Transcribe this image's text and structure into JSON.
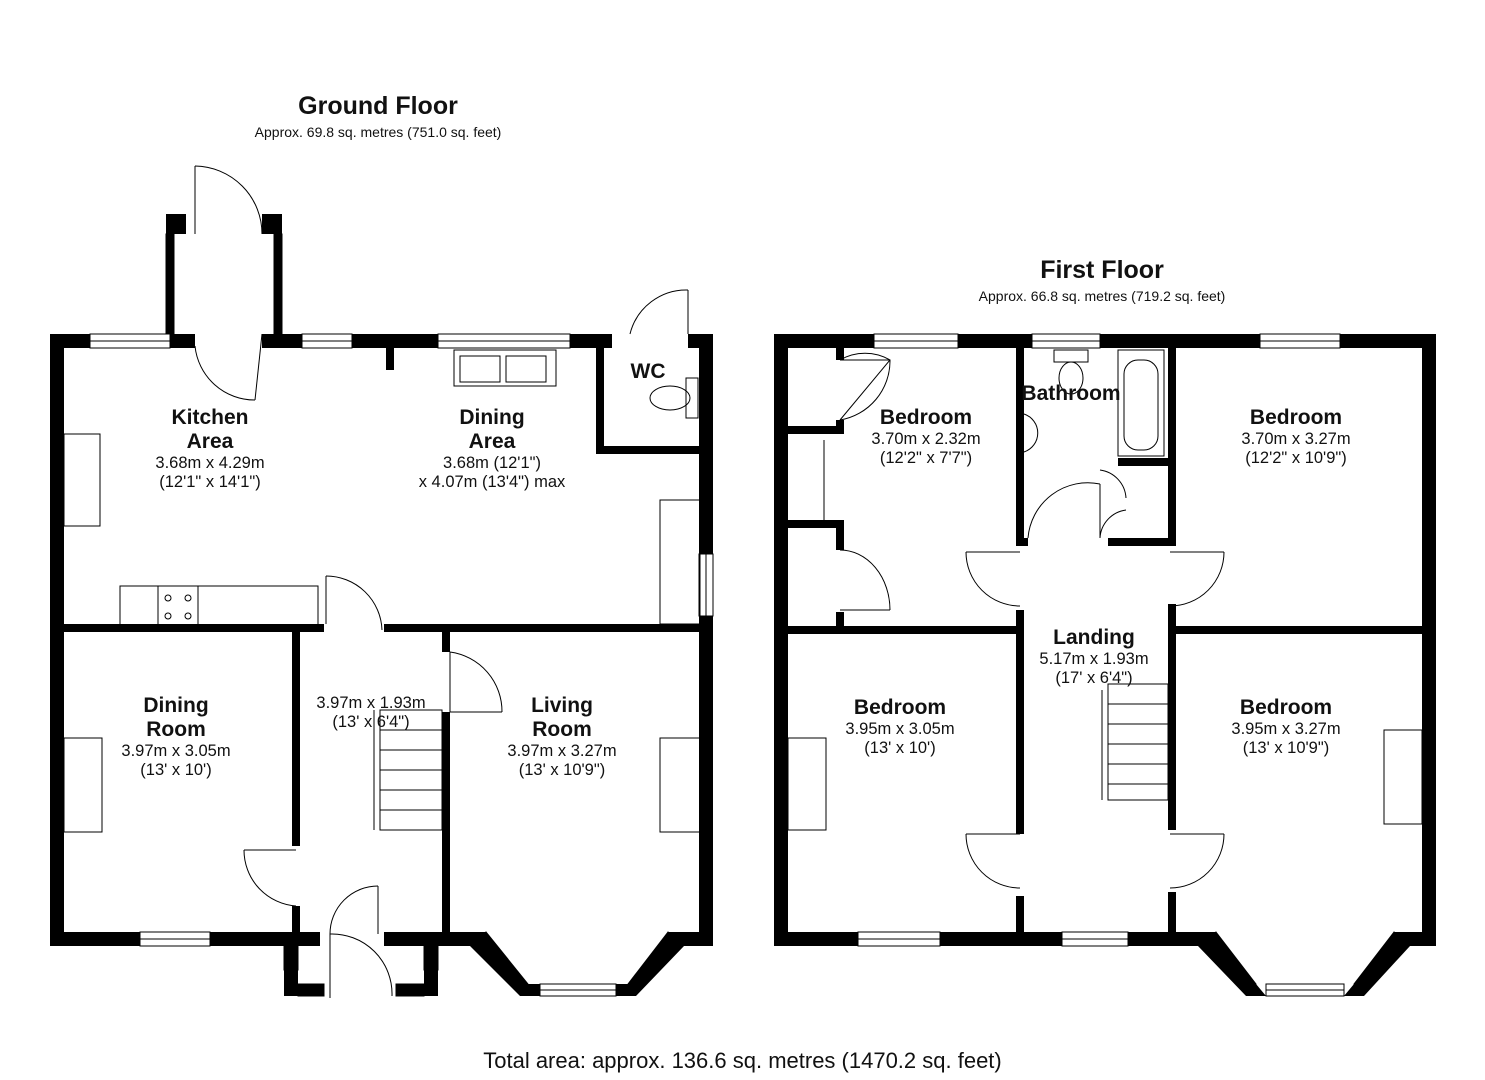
{
  "ground": {
    "title": "Ground Floor",
    "area": "Approx. 69.8 sq. metres (751.0 sq. feet)",
    "rooms": {
      "kitchen": {
        "name1": "Kitchen",
        "name2": "Area",
        "dim1": "3.68m x 4.29m",
        "dim2": "(12'1\" x 14'1\")"
      },
      "dining_area": {
        "name1": "Dining",
        "name2": "Area",
        "dim1": "3.68m (12'1\")",
        "dim2": "x 4.07m (13'4\") max"
      },
      "wc": {
        "name": "WC"
      },
      "dining_room": {
        "name1": "Dining",
        "name2": "Room",
        "dim1": "3.97m x 3.05m",
        "dim2": "(13' x 10')"
      },
      "hall": {
        "dim1": "3.97m x 1.93m",
        "dim2": "(13' x 6'4\")"
      },
      "living_room": {
        "name1": "Living",
        "name2": "Room",
        "dim1": "3.97m x 3.27m",
        "dim2": "(13' x 10'9\")"
      }
    }
  },
  "first": {
    "title": "First Floor",
    "area": "Approx. 66.8 sq. metres (719.2 sq. feet)",
    "rooms": {
      "bedroom_small": {
        "name": "Bedroom",
        "dim1": "3.70m x 2.32m",
        "dim2": "(12'2\" x 7'7\")"
      },
      "bathroom": {
        "name": "Bathroom"
      },
      "bedroom_rear_right": {
        "name": "Bedroom",
        "dim1": "3.70m x 3.27m",
        "dim2": "(12'2\" x 10'9\")"
      },
      "landing": {
        "name": "Landing",
        "dim1": "5.17m x 1.93m",
        "dim2": "(17' x 6'4\")"
      },
      "bedroom_front_left": {
        "name": "Bedroom",
        "dim1": "3.95m x 3.05m",
        "dim2": "(13' x 10')"
      },
      "bedroom_front_right": {
        "name": "Bedroom",
        "dim1": "3.95m x 3.27m",
        "dim2": "(13' x 10'9\")"
      }
    }
  },
  "total": "Total area: approx. 136.6 sq. metres (1470.2 sq. feet)"
}
